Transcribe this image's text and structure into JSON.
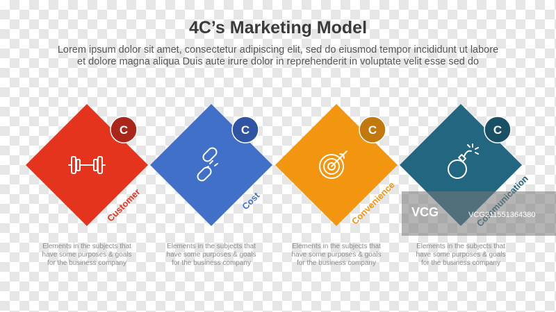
{
  "title": "4C’s Marketing Model",
  "subtitle_lines": [
    "Lorem ipsum dolor sit amet, consectetur adipiscing elit, sed do eiusmod tempor incididunt ut labore",
    "et dolore magna aliqua Duis aute irure dolor in reprehenderit in voluptate velit esse sed do"
  ],
  "items": [
    {
      "badge": "C",
      "label": "Customer",
      "icon": "dumbbell-icon",
      "color": "#e5341e",
      "badge_color": "#a8261a",
      "caption_lines": [
        "Elements in the subjects that",
        "have  some purposes & goals",
        "for the  business company"
      ]
    },
    {
      "badge": "C",
      "label": "Cost",
      "icon": "broken-chain-icon",
      "color": "#4170c8",
      "badge_color": "#2f54a3",
      "caption_lines": [
        "Elements in the subjects that",
        "have  some purposes & goals",
        "for the  business company"
      ]
    },
    {
      "badge": "C",
      "label": "Convenience",
      "icon": "target-icon",
      "color": "#f3960f",
      "badge_color": "#c1780c",
      "caption_lines": [
        "Elements in the subjects that",
        "have  some purposes & goals",
        "for the  business company"
      ]
    },
    {
      "badge": "C",
      "label": "Communication",
      "icon": "bomb-icon",
      "color": "#23667f",
      "badge_color": "#1a5065",
      "caption_lines": [
        "Elements in the subjects that",
        "have  some purposes & goals",
        "for the  business company"
      ]
    }
  ],
  "watermark": {
    "logo": "VCG",
    "text": "VCG211551364380"
  }
}
